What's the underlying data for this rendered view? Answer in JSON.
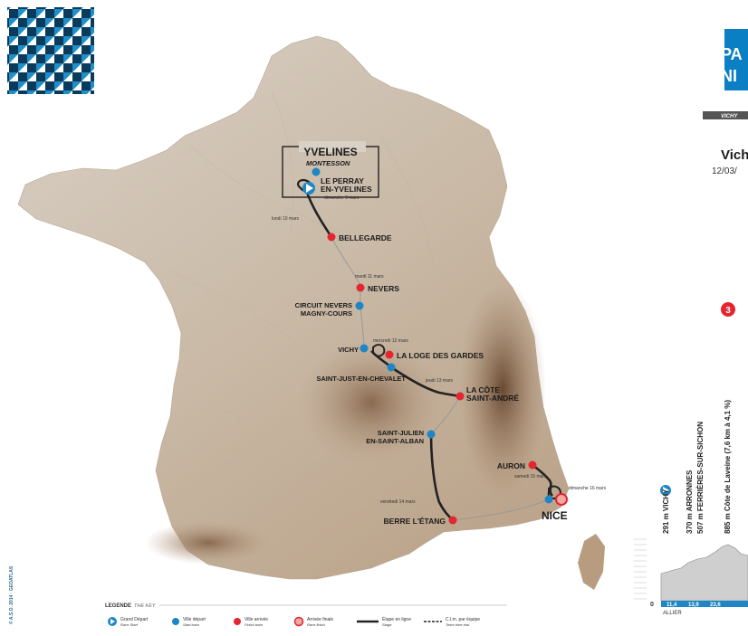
{
  "map": {
    "region_box_title": "YVELINES",
    "cities": {
      "montesson": "MONTESSON",
      "le_perray": "LE PERRAY",
      "en_yvelines": "EN-YVELINES",
      "bellegarde": "BELLEGARDE",
      "nevers": "NEVERS",
      "circuit_nevers": "CIRCUIT NEVERS",
      "magny_cours": "MAGNY-COURS",
      "vichy": "VICHY",
      "loge_des_gardes": "LA LOGE DES GARDES",
      "saint_just": "SAINT-JUST-EN-CHEVALET",
      "la_cote": "LA CÔTE",
      "saint_andre": "SAINT-ANDRÉ",
      "saint_julien": "SAINT-JULIEN",
      "en_saint_alban": "EN-SAINT-ALBAN",
      "auron": "AURON",
      "nice": "NICE",
      "berre": "BERRE L'ÉTANG"
    },
    "dates": {
      "dimanche9": "dimanche 9 mars",
      "lundi10": "lundi 10 mars",
      "mardi11": "mardi 11 mars",
      "mercredi12": "mercredi 12 mars",
      "jeudi13": "jeudi 13 mars",
      "vendredi14": "vendredi 14 mars",
      "samedi15": "samedi 15 mars",
      "dimanche16": "dimanche 16 mars"
    },
    "credit": "© A.S.O. 2014 · GEOATLAS"
  },
  "legend": {
    "title": "LEGENDE",
    "title_en": "THE KEY",
    "items": [
      {
        "label": "Grand Départ",
        "sub": "Race Start"
      },
      {
        "label": "Ville départ",
        "sub": "Start town"
      },
      {
        "label": "Ville arrivée",
        "sub": "Finish town"
      },
      {
        "label": "Arrivée finale",
        "sub": "Race finish"
      },
      {
        "label": "Étape en ligne",
        "sub": "Stage"
      },
      {
        "label": "C.l.m. par équipe",
        "sub": "Team time trial"
      }
    ]
  },
  "header": {
    "logo_text_1": "PA",
    "logo_text_2": "NI",
    "stage_bar": "VICHY",
    "stage_title": "Vich",
    "stage_date": "12/03/"
  },
  "profile": {
    "climb_number": "3",
    "points": [
      {
        "label": "291 m  VICHY"
      },
      {
        "label": "370 m  ARRONNES"
      },
      {
        "label": "507 m  FERRIÈRES-SUR-SICHON"
      },
      {
        "label": "885 m  Côte de Laveine (7,6 km à 4,1 %)"
      }
    ],
    "km": [
      "11,4",
      "13,9",
      "23,6"
    ],
    "zero": "0",
    "dept": "ALLIER"
  },
  "colors": {
    "blue": "#1e86c6",
    "red": "#e3262f",
    "logo_blue": "#0a7fc4",
    "relief": "#c7b7a5"
  }
}
